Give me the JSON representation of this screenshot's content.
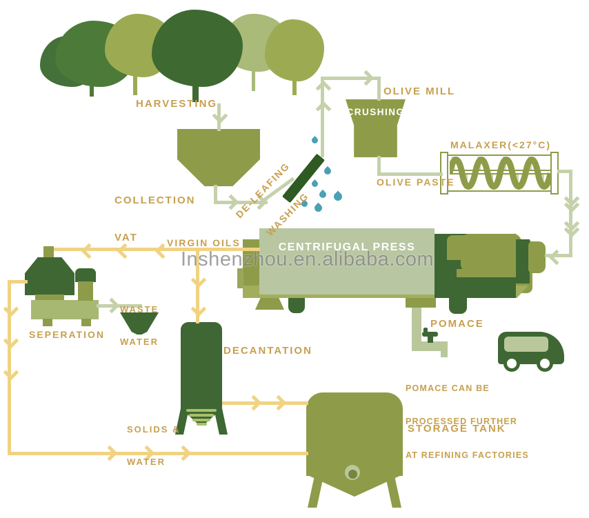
{
  "watermark": {
    "text": "Inshenzhou.en.alibaba.com"
  },
  "colors": {
    "dark_green": "#3e6733",
    "olive_green": "#8e9c49",
    "light_olive": "#a2ae5e",
    "sage_panel": "#b8c6a2",
    "flow_line_sage": "#c5d1ab",
    "flow_line_yellow": "#f0d382",
    "label_gold": "#c7a04f",
    "water_blue": "#4aa0b5",
    "machine_text_white": "#ffffff"
  },
  "stages": {
    "harvesting": {
      "label": "HARVESTING"
    },
    "collection_vat": {
      "line1": "COLLECTION",
      "line2": "VAT"
    },
    "de_leafing": {
      "line1": "DE-LEAFING",
      "line2": "WASHING"
    },
    "olive_mill": {
      "label": "OLIVE MILL",
      "machine_label": "CRUSHING"
    },
    "malaxer": {
      "label": "MALAXER(<27°C)"
    },
    "olive_paste": {
      "label": "OLIVE PASTE"
    },
    "centrifugal_press": {
      "label": "CENTRIFUGAL PRESS"
    },
    "virgin_oils": {
      "label": "VIRGIN OILS"
    },
    "seperation": {
      "label": "SEPERATION"
    },
    "waste_water": {
      "line1": "WASTE",
      "line2": "WATER"
    },
    "decantation": {
      "label": "DECANTATION"
    },
    "solids_water": {
      "line1": "SOLIDS &",
      "line2": "WATER"
    },
    "pomace": {
      "label": "POMACE",
      "note1": "POMACE CAN BE",
      "note2": "PROCESSED FURTHER",
      "note3": "AT REFINING FACTORIES"
    },
    "storage_tank": {
      "label": "STORAGE TANK"
    }
  },
  "icons": {
    "tree-icon": "olive tree silhouette",
    "collection-vat-icon": "hopper trapezoid",
    "washing-conveyor-icon": "diagonal conveyor bar",
    "water-drop-icon": "teardrop",
    "crusher-funnel-icon": "funnel",
    "malaxer-icon": "auger sine wave in box",
    "centrifugal-press-icon": "decanter machine",
    "separator-icon": "vertical centrifuge",
    "waste-funnel-icon": "small funnel",
    "decanter-tank-icon": "tall tank with strainer",
    "storage-tank-icon": "rounded tank with tap",
    "faucet-icon": "tap with valve wheel",
    "truck-icon": "delivery van",
    "flow-arrow": "chevron arrowhead"
  }
}
